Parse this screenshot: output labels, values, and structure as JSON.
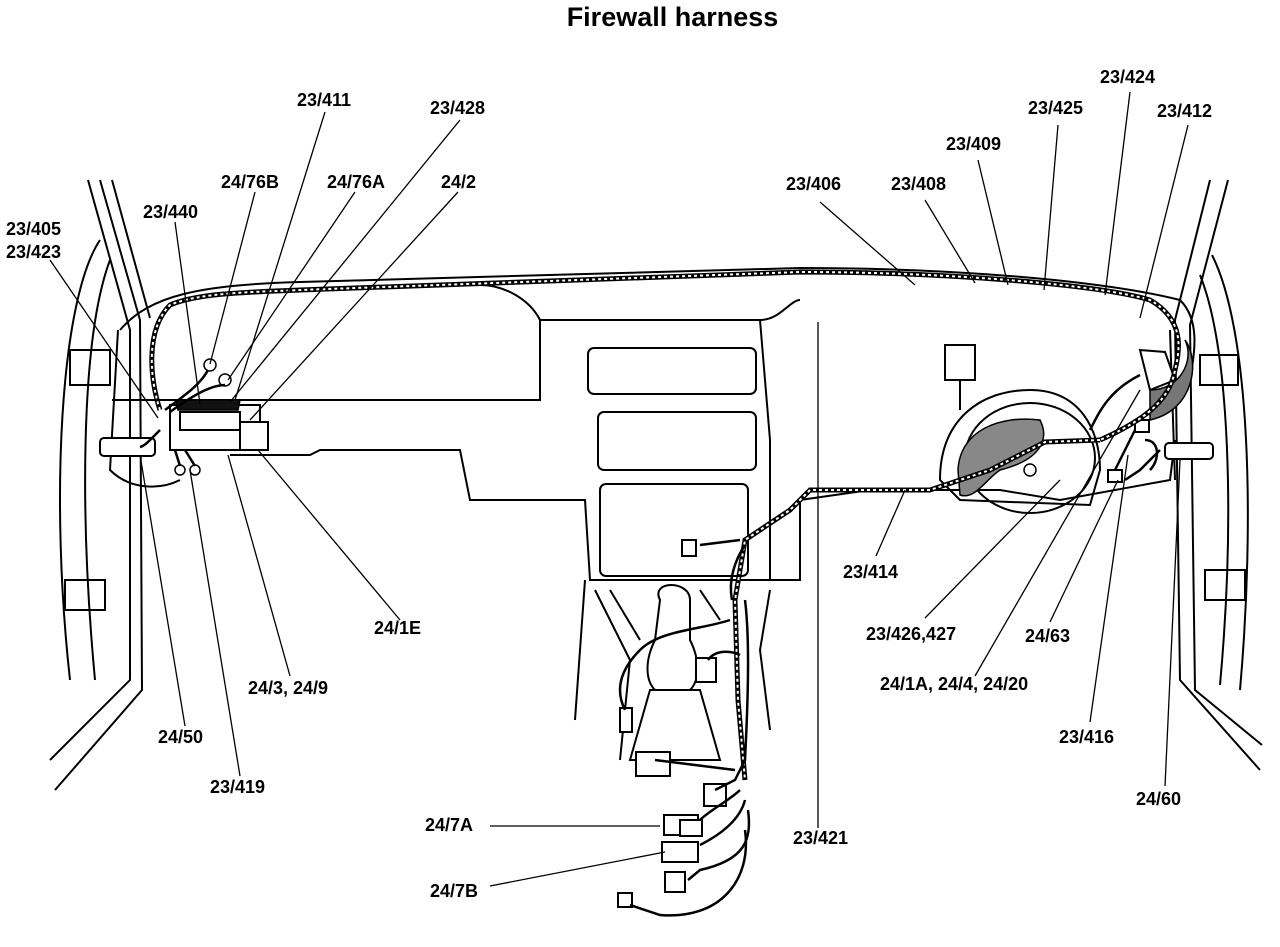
{
  "title": "Firewall harness",
  "labels": {
    "l_23_411": "23/411",
    "l_23_428": "23/428",
    "l_24_76B": "24/76B",
    "l_24_76A": "24/76A",
    "l_24_2": "24/2",
    "l_23_440": "23/440",
    "l_23_405_23_423": "23/405\n23/423",
    "l_24_1E": "24/1E",
    "l_24_3_24_9": "24/3, 24/9",
    "l_24_50": "24/50",
    "l_23_419": "23/419",
    "l_24_7A": "24/7A",
    "l_24_7B": "24/7B",
    "l_23_421": "23/421",
    "l_23_406": "23/406",
    "l_23_408": "23/408",
    "l_23_409": "23/409",
    "l_23_425": "23/425",
    "l_23_424": "23/424",
    "l_23_412": "23/412",
    "l_23_414": "23/414",
    "l_23_426_427": "23/426,427",
    "l_24_63": "24/63",
    "l_24_1A_24_4_24_20": "24/1A, 24/4, 24/20",
    "l_23_416": "23/416",
    "l_24_60": "24/60"
  }
}
